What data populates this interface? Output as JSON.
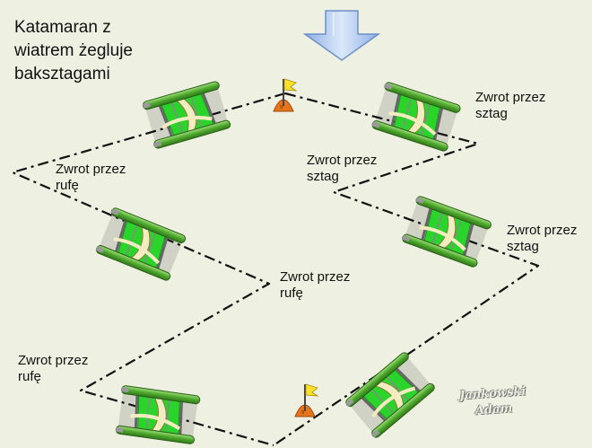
{
  "title": {
    "line1": "Katamaran z",
    "line2": "wiatrem żegluje",
    "line3": "baksztagami"
  },
  "labels": [
    {
      "line1": "Zwrot przez",
      "line2": "sztag"
    },
    {
      "line1": "Zwrot przez",
      "line2": "sztag"
    },
    {
      "line1": "Zwrot przez",
      "line2": "sztag"
    },
    {
      "line1": "Zwrot przez",
      "line2": "rufę"
    },
    {
      "line1": "Zwrot przez",
      "line2": "rufę"
    },
    {
      "line1": "Zwrot przez",
      "line2": "rufę"
    }
  ],
  "signature": {
    "line1": "Jankowski",
    "line2": "Adam"
  },
  "icons": {
    "wind": "wind-arrow-icon",
    "buoy": "buoy-icon",
    "boat": "catamaran-icon"
  },
  "colors": {
    "background": "#eef0e2",
    "hull": "#6fbf44",
    "trampoline": "#22cc22",
    "sail": "#f2ecc0",
    "buoy": "#e8741a",
    "flag": "#ffe02a",
    "arrow": "#a9c6ee",
    "course": "#111111"
  }
}
